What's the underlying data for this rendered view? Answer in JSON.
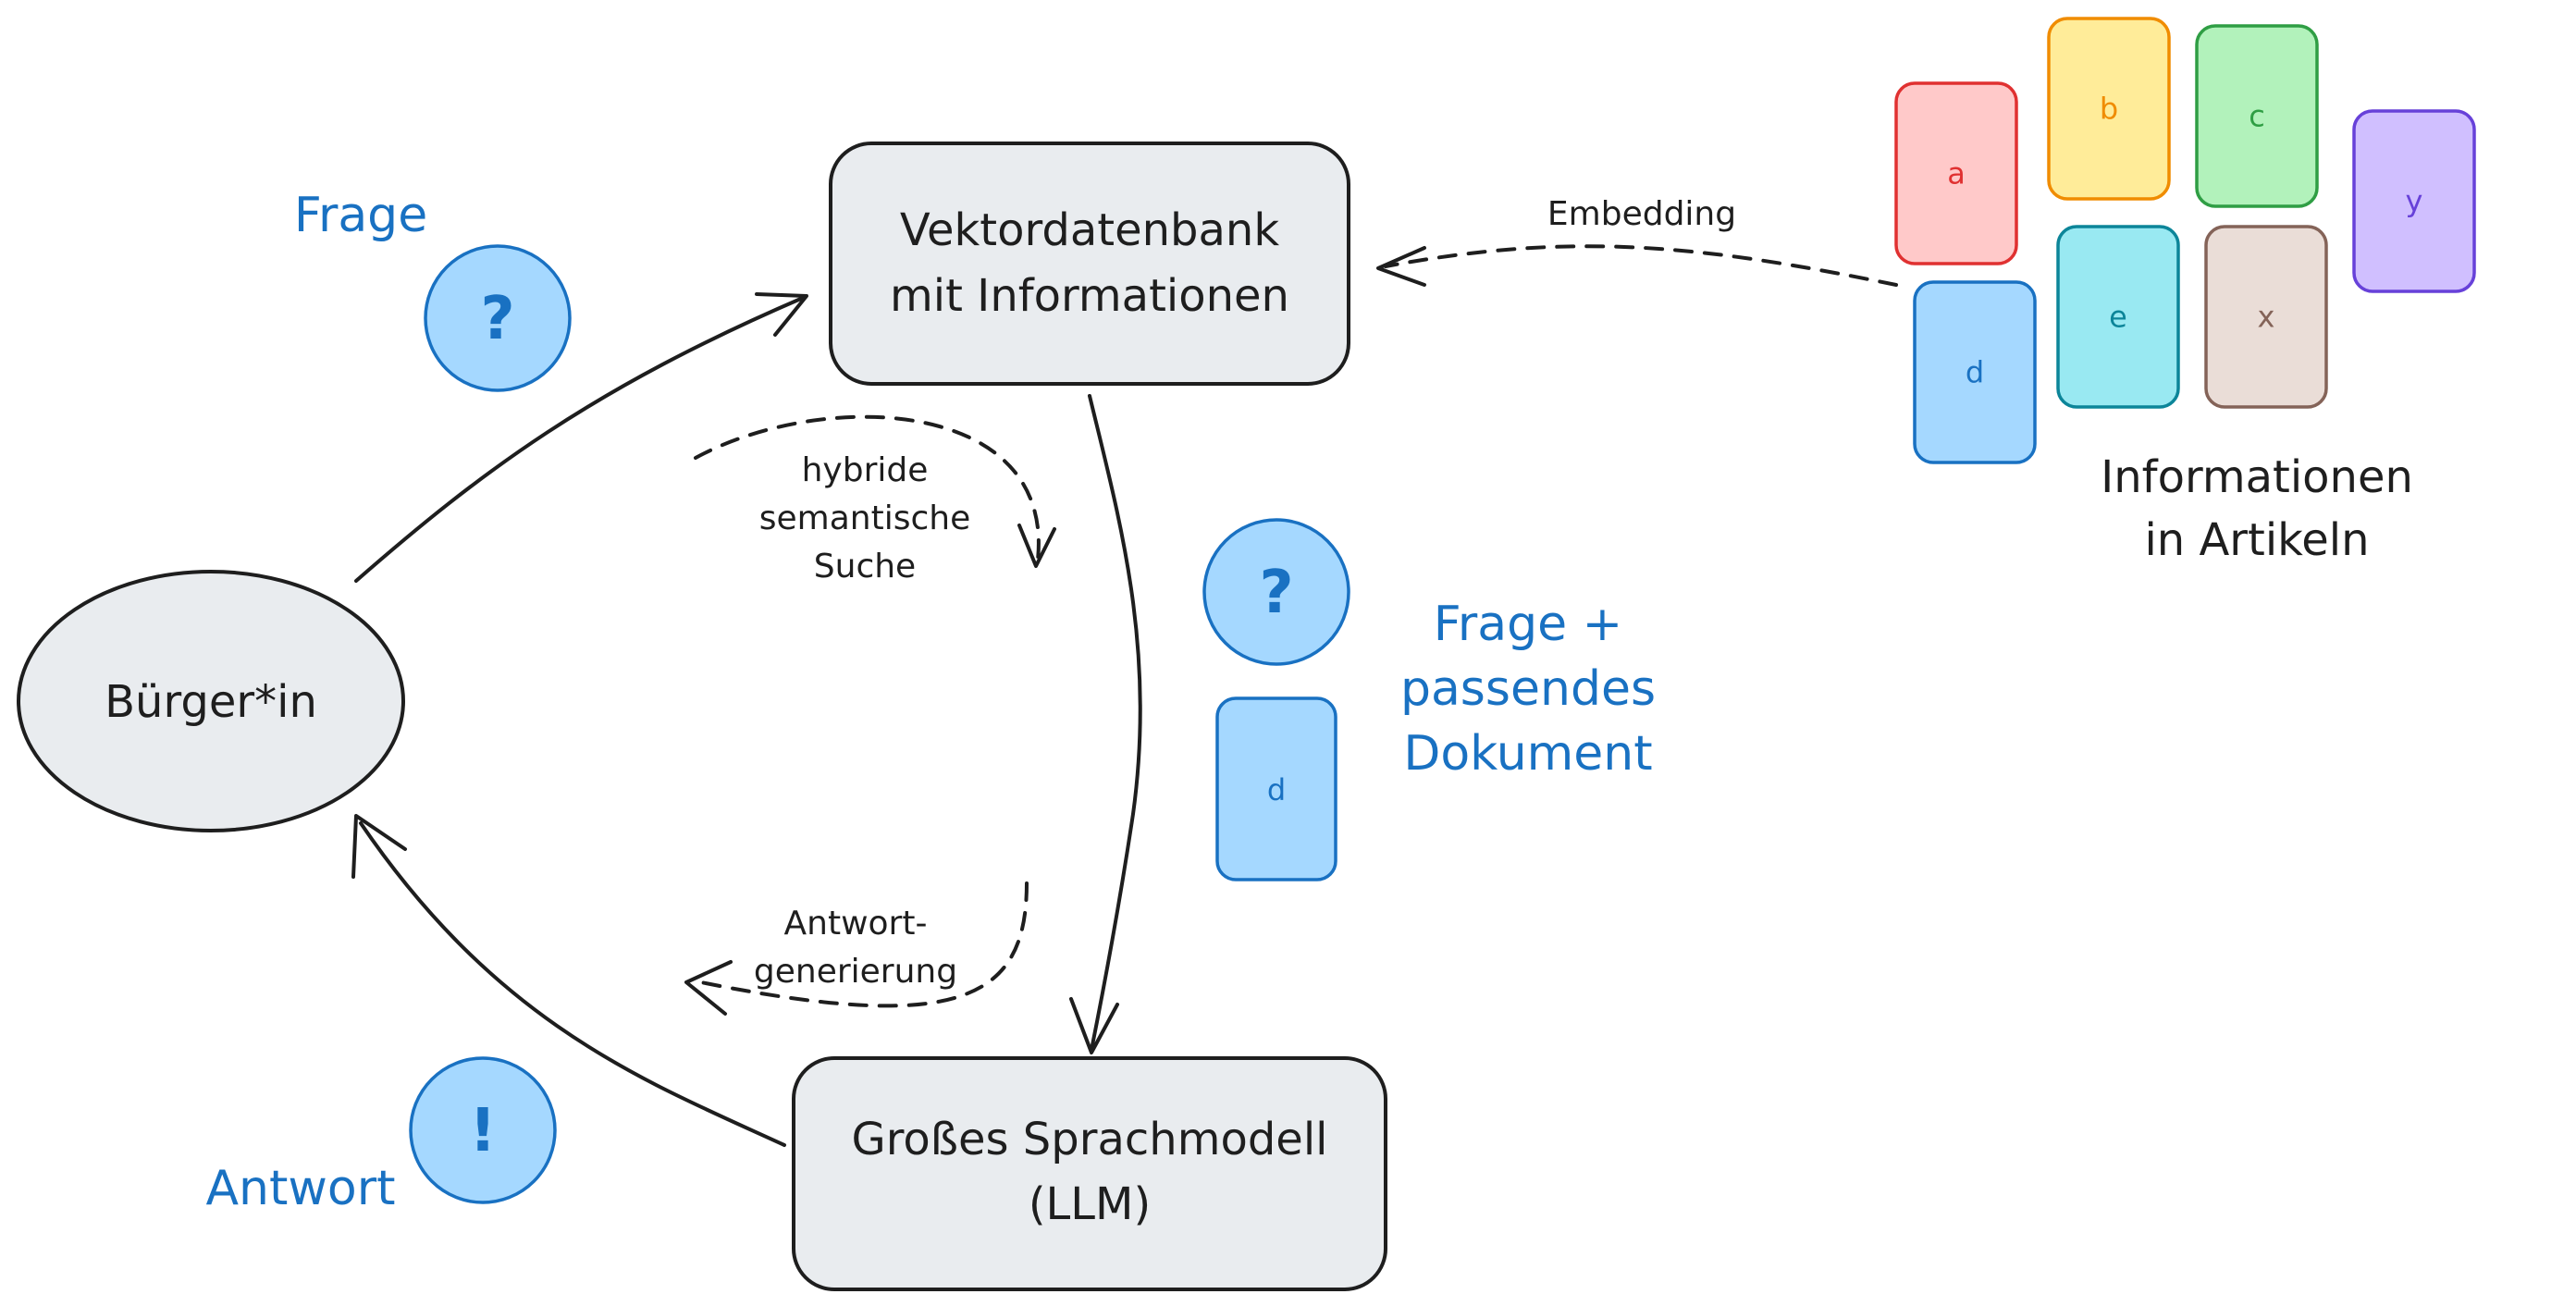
{
  "nodes": {
    "vektordatenbank": {
      "line1": "Vektordatenbank",
      "line2": "mit Informationen"
    },
    "buerger": {
      "label": "Bürger*in"
    },
    "sprachmodell": {
      "line1": "Großes Sprachmodell",
      "line2": "(LLM)"
    }
  },
  "labels": {
    "frage": "Frage",
    "antwort": "Antwort",
    "frage_doc_line1": "Frage +",
    "frage_doc_line2": "passendes",
    "frage_doc_line3": "Dokument",
    "informationen_line1": "Informationen",
    "informationen_line2": "in Artikeln"
  },
  "edges": {
    "embedding": "Embedding",
    "hybride_line1": "hybride",
    "hybride_line2": "semantische",
    "hybride_line3": "Suche",
    "antwort_gen_line1": "Antwort-",
    "antwort_gen_line2": "generierung"
  },
  "symbols": {
    "question": "?",
    "exclamation": "!",
    "doc": "d"
  },
  "cards": [
    {
      "letter": "a",
      "fill": "#ffc9c9",
      "stroke": "#e03131"
    },
    {
      "letter": "b",
      "fill": "#ffec99",
      "stroke": "#f08c00"
    },
    {
      "letter": "c",
      "fill": "#b2f2bb",
      "stroke": "#2f9e44"
    },
    {
      "letter": "y",
      "fill": "#d0bfff",
      "stroke": "#6741d9"
    },
    {
      "letter": "d",
      "fill": "#a5d8ff",
      "stroke": "#1971c2"
    },
    {
      "letter": "e",
      "fill": "#99e9f2",
      "stroke": "#0c8599"
    },
    {
      "letter": "x",
      "fill": "#eaddd7",
      "stroke": "#846358"
    }
  ],
  "colors": {
    "accent_blue": "#1971c2",
    "light_blue": "#a5d8ff",
    "box_fill": "#e9ecef",
    "stroke": "#1e1e1e"
  }
}
